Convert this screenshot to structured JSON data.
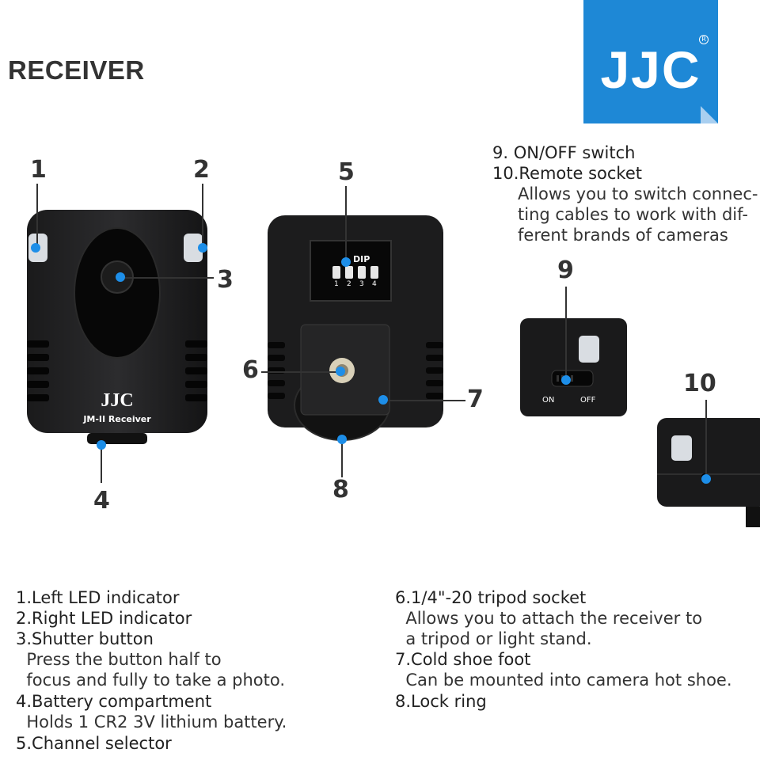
{
  "header": {
    "title": "RECEIVER"
  },
  "logo": {
    "text": "JJC",
    "registered_mark": "R"
  },
  "device": {
    "brand": "JJC",
    "model": "JM-II Receiver",
    "dip_label": "DIP",
    "dip_numbers": [
      "1",
      "2",
      "3",
      "4"
    ],
    "switch_on": "ON",
    "switch_off": "OFF"
  },
  "callouts": [
    "1",
    "2",
    "3",
    "4",
    "5",
    "6",
    "7",
    "8",
    "9",
    "10"
  ],
  "right_notes": {
    "item9": "9.  ON/OFF switch",
    "item10": "10.Remote socket",
    "item10_desc": [
      "Allows you to switch connec-",
      "ting cables to work with dif-",
      "ferent brands of cameras"
    ]
  },
  "left_list": [
    "1.Left LED indicator",
    "2.Right LED indicator",
    "3.Shutter button",
    "  Press the button half to",
    "  focus and fully to take a photo.",
    "4.Battery compartment",
    "  Holds 1 CR2 3V lithium battery.",
    "5.Channel selector"
  ],
  "right_list": [
    "6.1/4\"-20 tripod socket",
    "  Allows you to attach the receiver to",
    "  a tripod or light stand.",
    "7.Cold shoe foot",
    "  Can be mounted into camera hot shoe.",
    "8.Lock ring"
  ],
  "colors": {
    "accent": "#1e88d6",
    "marker": "#1d8ee8",
    "device": "#0f0f10"
  }
}
